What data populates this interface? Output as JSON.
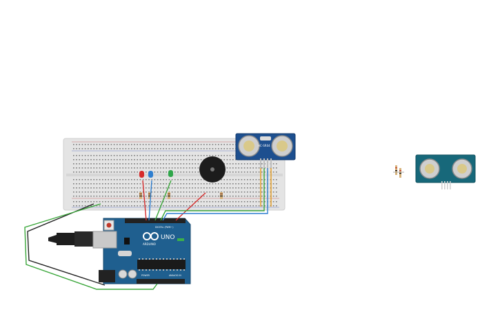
{
  "colors": {
    "background": "#ffffff",
    "breadboard": "#e6e6e6",
    "arduino_blue": "#1f5f8f",
    "sensor_blue": "#1d4f8f",
    "sensor_teal": "#17687a",
    "wire_red": "#d62b2b",
    "wire_green": "#3aa63a",
    "wire_blue": "#2f7fd0",
    "wire_orange": "#e39a1c",
    "wire_black": "#222222"
  },
  "components": {
    "breadboard": {
      "name": "breadboard"
    },
    "arduino": {
      "name": "arduino-uno",
      "logo_text": "UNO",
      "brand_text": "ARDUINO",
      "digital_label": "DIGITAL (PWM~)",
      "analog_label": "ANALOG IN",
      "power_label": "POWER"
    },
    "ultrasonic_sensor": {
      "name": "hc-sr04",
      "label": "HC-SR04"
    },
    "ultrasonic_sensor_2": {
      "name": "ultrasonic-sensor-unplaced"
    },
    "buzzer": {
      "name": "piezo-buzzer"
    },
    "leds": [
      {
        "name": "red-led",
        "color": "#d62b2b"
      },
      {
        "name": "blue-led",
        "color": "#2f7fd0"
      },
      {
        "name": "green-led",
        "color": "#2fa64a"
      }
    ]
  }
}
